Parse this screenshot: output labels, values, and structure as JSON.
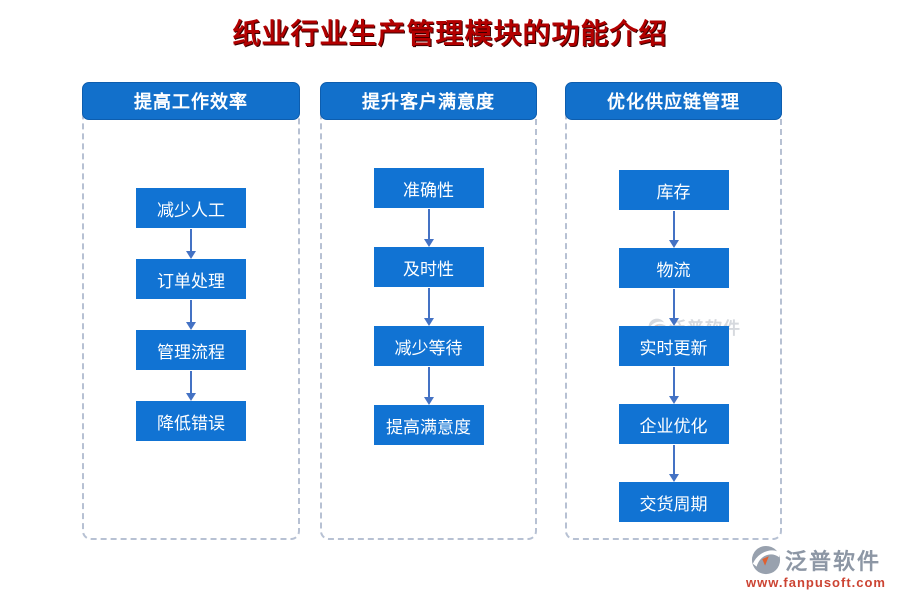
{
  "title": "纸业行业生产管理模块的功能介绍",
  "columns": [
    {
      "header": "提高工作效率",
      "items": [
        "减少人工",
        "订单处理",
        "管理流程",
        "降低错误"
      ]
    },
    {
      "header": "提升客户满意度",
      "items": [
        "准确性",
        "及时性",
        "减少等待",
        "提高满意度"
      ]
    },
    {
      "header": "优化供应链管理",
      "items": [
        "库存",
        "物流",
        "实时更新",
        "企业优化",
        "交货周期"
      ]
    }
  ],
  "watermark": {
    "text": "泛普软件"
  },
  "footer": {
    "brand": "泛普软件",
    "website": "www.fanpusoft.com"
  },
  "colors": {
    "box_blue": "#1173d3",
    "header_blue": "#1270cb",
    "arrow_blue": "#4472c4",
    "title_red": "#b20000",
    "dash_gray": "#b7c1d3",
    "brand_gray": "#8d97a5",
    "url_red": "#cc4433"
  }
}
